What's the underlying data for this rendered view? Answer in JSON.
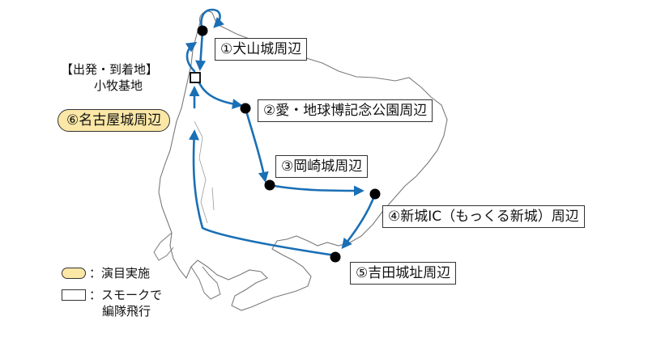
{
  "map": {
    "route_color": "#1a6fb5",
    "highlight_color": "#fbe7a6",
    "base": {
      "line1": "【出発・到着地】",
      "line2": "小牧基地"
    },
    "stops": [
      {
        "label": "①犬山城周辺",
        "highlight": false
      },
      {
        "label": "②愛・地球博記念公園周辺",
        "highlight": false
      },
      {
        "label": "③岡崎城周辺",
        "highlight": false
      },
      {
        "label": "④新城IC（もっくる新城）周辺",
        "highlight": false
      },
      {
        "label": "⑤吉田城址周辺",
        "highlight": false
      },
      {
        "label": "⑥名古屋城周辺",
        "highlight": true
      }
    ],
    "legend": {
      "performance": "：演目実施",
      "smoke_line1": "：スモークで",
      "smoke_line2": "編隊飛行"
    }
  }
}
